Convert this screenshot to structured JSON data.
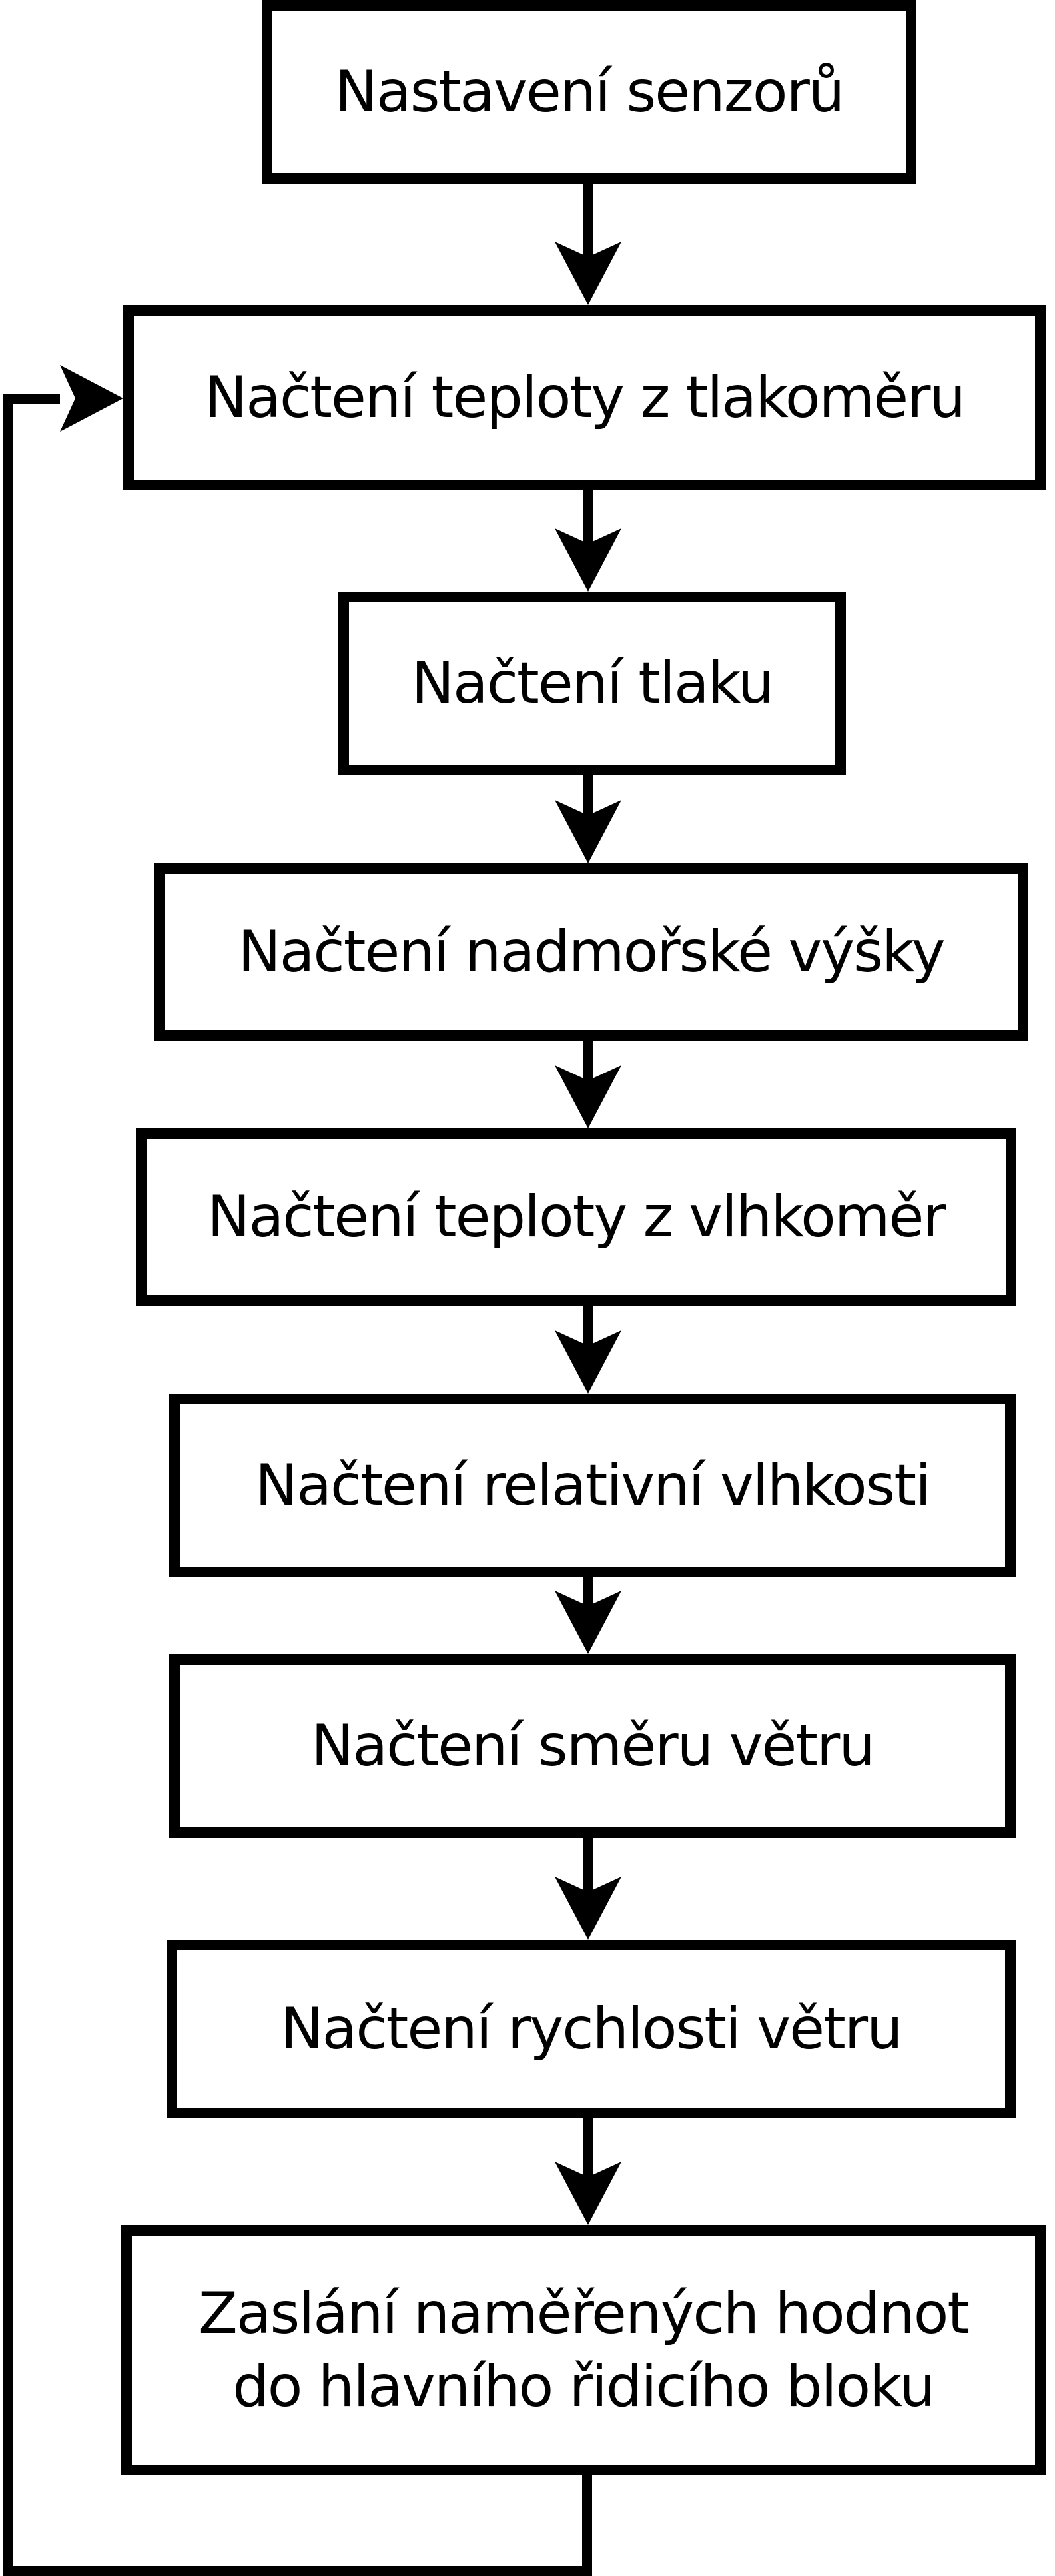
{
  "diagram": {
    "type": "flowchart",
    "background_color": "#ffffff",
    "line_color": "#000000",
    "node_fill_color": "#ffffff",
    "nodes": [
      {
        "id": "n1",
        "label": "Nastavení senzorů"
      },
      {
        "id": "n2",
        "label": "Načtení teploty z tlakoměru"
      },
      {
        "id": "n3",
        "label": "Načtení tlaku"
      },
      {
        "id": "n4",
        "label": "Načtení nadmořské výšky"
      },
      {
        "id": "n5",
        "label": "Načtení teploty z vlhkoměr"
      },
      {
        "id": "n6",
        "label": "Načtení relativní vlhkosti"
      },
      {
        "id": "n7",
        "label": "Načtení směru větru"
      },
      {
        "id": "n8",
        "label": "Načtení rychlosti větru"
      },
      {
        "id": "n9",
        "label": "Zaslání naměřených hodnot\ndo hlavního řidicího bloku"
      }
    ],
    "edges": [
      {
        "from": "n1",
        "to": "n2",
        "style": "arrow-down"
      },
      {
        "from": "n2",
        "to": "n3",
        "style": "arrow-down"
      },
      {
        "from": "n3",
        "to": "n4",
        "style": "arrow-down"
      },
      {
        "from": "n4",
        "to": "n5",
        "style": "arrow-down"
      },
      {
        "from": "n5",
        "to": "n6",
        "style": "arrow-down"
      },
      {
        "from": "n6",
        "to": "n7",
        "style": "arrow-down"
      },
      {
        "from": "n7",
        "to": "n8",
        "style": "arrow-down"
      },
      {
        "from": "n8",
        "to": "n9",
        "style": "arrow-down"
      },
      {
        "from": "n9",
        "to": "n2",
        "style": "loop-left-arrow-right"
      }
    ]
  }
}
